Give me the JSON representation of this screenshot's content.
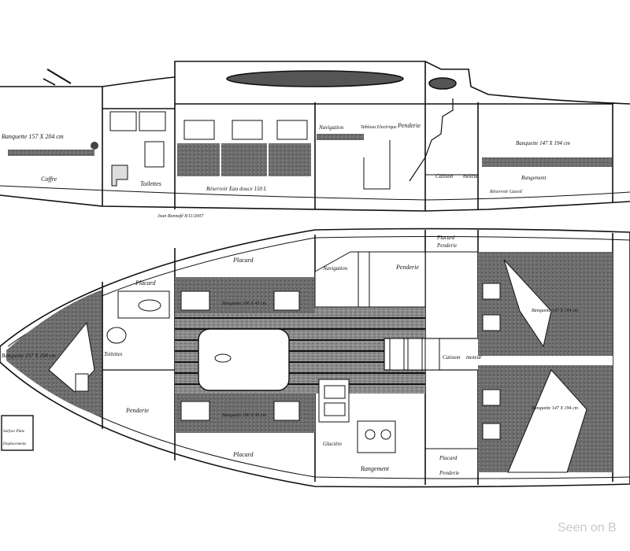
{
  "diagram": {
    "type": "sailboat interior layout plan",
    "profile_labels": {
      "banquette_aft": "Banquette 157 X 204 cm",
      "coffre": "Coffre",
      "toilettes": "Toilettes",
      "reservoir": "Réservoir Eau douce 150 L",
      "navigation": "Navigation",
      "tableau": "Tableau Electrique",
      "penderie": "Penderie",
      "caisson": "Caisson",
      "moteur": "moteur",
      "banquette_fwd": "Banquette 147 X 194 cm",
      "rangement": "Rangement",
      "reservoir_gasoil": "Réservoir Gasoil",
      "credit": "Jean Bonnafé 8/11/2007"
    },
    "plan_labels": {
      "placard_top": "Placard",
      "placard_wc": "Placard",
      "navigation": "Navigation",
      "penderie_top": "Penderie",
      "placard_penderie_top_1": "Placard",
      "placard_penderie_top_2": "Penderie",
      "banquette_top": "Banquette 180 X 45 cm",
      "banquette_bottom": "Banquette 180 X 45 cm",
      "banquette_aft": "Banquette 157 X 204 cm",
      "toilettes": "Toilettes",
      "caisson": "Caisson",
      "moteur": "moteur",
      "banquette_fwd_top": "Banquette 147 X 194 cm",
      "banquette_fwd_bottom": "Banquette 147 X 194 cm",
      "penderie_bottom": "Penderie",
      "placard_bottom": "Placard",
      "glaciere": "Glacière",
      "rangement": "Rangement",
      "placard_penderie_bot_1": "Placard",
      "placard_penderie_bot_2": "Penderie",
      "legend_line_1": "Surface Plate",
      "legend_line_2": "Emplacements"
    },
    "watermark": "Seen on B"
  }
}
